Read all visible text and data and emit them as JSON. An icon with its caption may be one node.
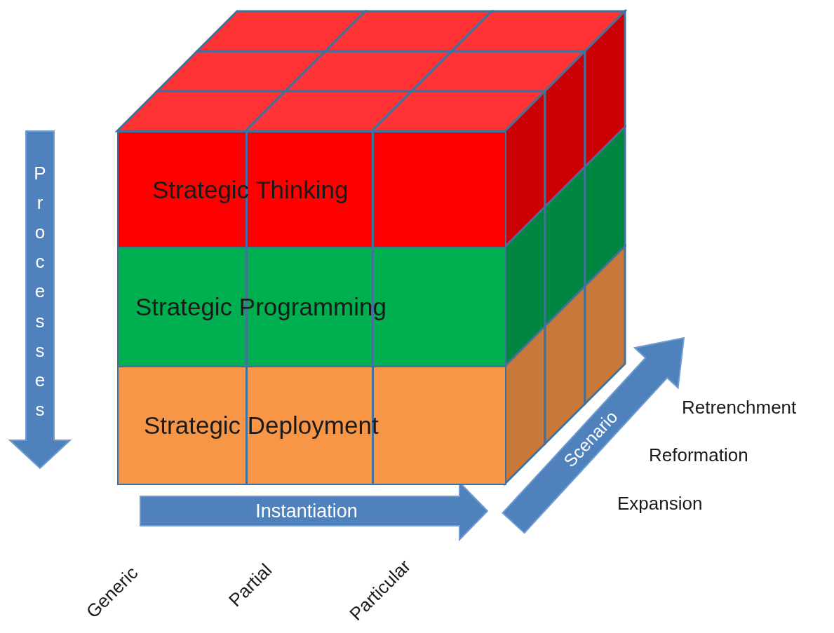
{
  "diagram": {
    "nodes": [
      {
        "text": [
          "Strategic Thinking"
        ]
      },
      {
        "text": [
          "Strategic Programming"
        ]
      },
      {
        "text": [
          "Strategic Deployment"
        ]
      }
    ],
    "edges": [],
    "labels": [
      "Processes",
      "Scenario",
      "Retrenchment",
      "Reformation",
      "Instantiation",
      "Expansion",
      "Generic",
      "Partial",
      "Particular"
    ]
  }
}
